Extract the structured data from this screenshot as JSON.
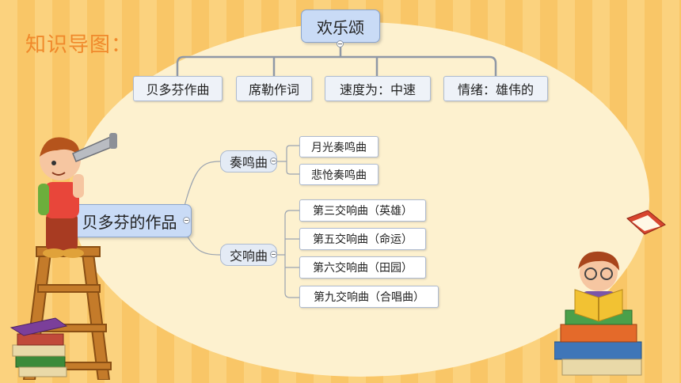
{
  "title": "知识导图：",
  "top_tree": {
    "root": "欢乐颂",
    "children": [
      "贝多芬作曲",
      "席勒作词",
      "速度为：中速",
      "情绪：雄伟的"
    ]
  },
  "left_tree": {
    "root": "贝多芬的作品",
    "branches": [
      {
        "label": "奏鸣曲",
        "items": [
          "月光奏鸣曲",
          "悲怆奏鸣曲"
        ]
      },
      {
        "label": "交响曲",
        "items": [
          "第三交响曲（英雄）",
          "第五交响曲（命运）",
          "第六交响曲（田园）",
          "第九交响曲（合唱曲）"
        ]
      }
    ]
  },
  "colors": {
    "title": "#f0892b",
    "connector": "#8f98a6",
    "node_fill": "#eef2f8",
    "root_fill": "#c9dbf6",
    "oval": "#fdf1cf"
  },
  "decorations": [
    "boy-with-telescope-illustration",
    "girl-reading-illustration",
    "book-stack-icon",
    "flying-book-icon"
  ]
}
